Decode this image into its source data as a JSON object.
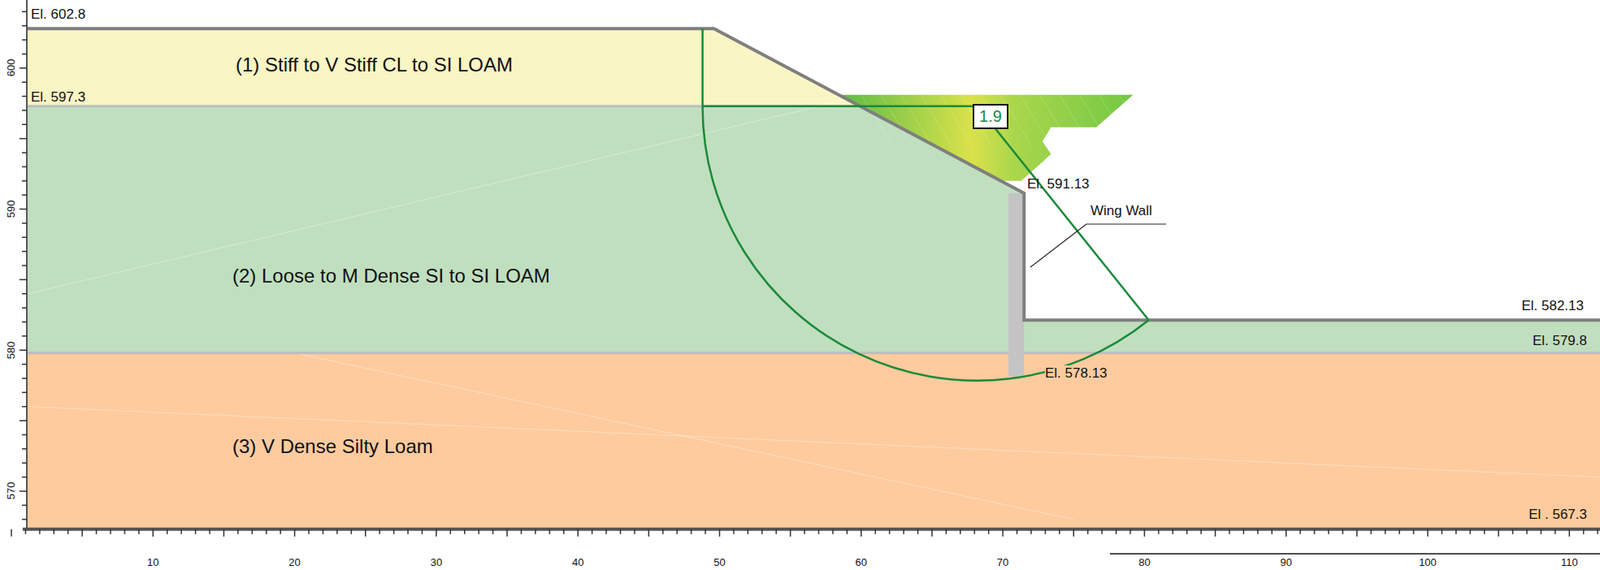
{
  "diagram": {
    "nodes": [
      {
        "text": [
          "(1) Stiff to V Stiff CL to SI LOAM"
        ]
      },
      {
        "text": [
          "(2) Loose to M Dense SI to SI LOAM"
        ]
      },
      {
        "text": [
          "(3) V Dense Silty Loam"
        ]
      },
      {
        "text": [
          "1.9"
        ]
      }
    ],
    "labels": [
      "El. 602.8",
      "El. 597.3",
      "El. 591.13",
      "Wing Wall",
      "El. 582.13",
      "El. 579.8",
      "El. 578.13",
      "El . 567.3",
      "600",
      "590",
      "580",
      "570",
      "10",
      "20",
      "30",
      "40",
      "50",
      "60",
      "70",
      "80",
      "90",
      "100",
      "110"
    ]
  }
}
